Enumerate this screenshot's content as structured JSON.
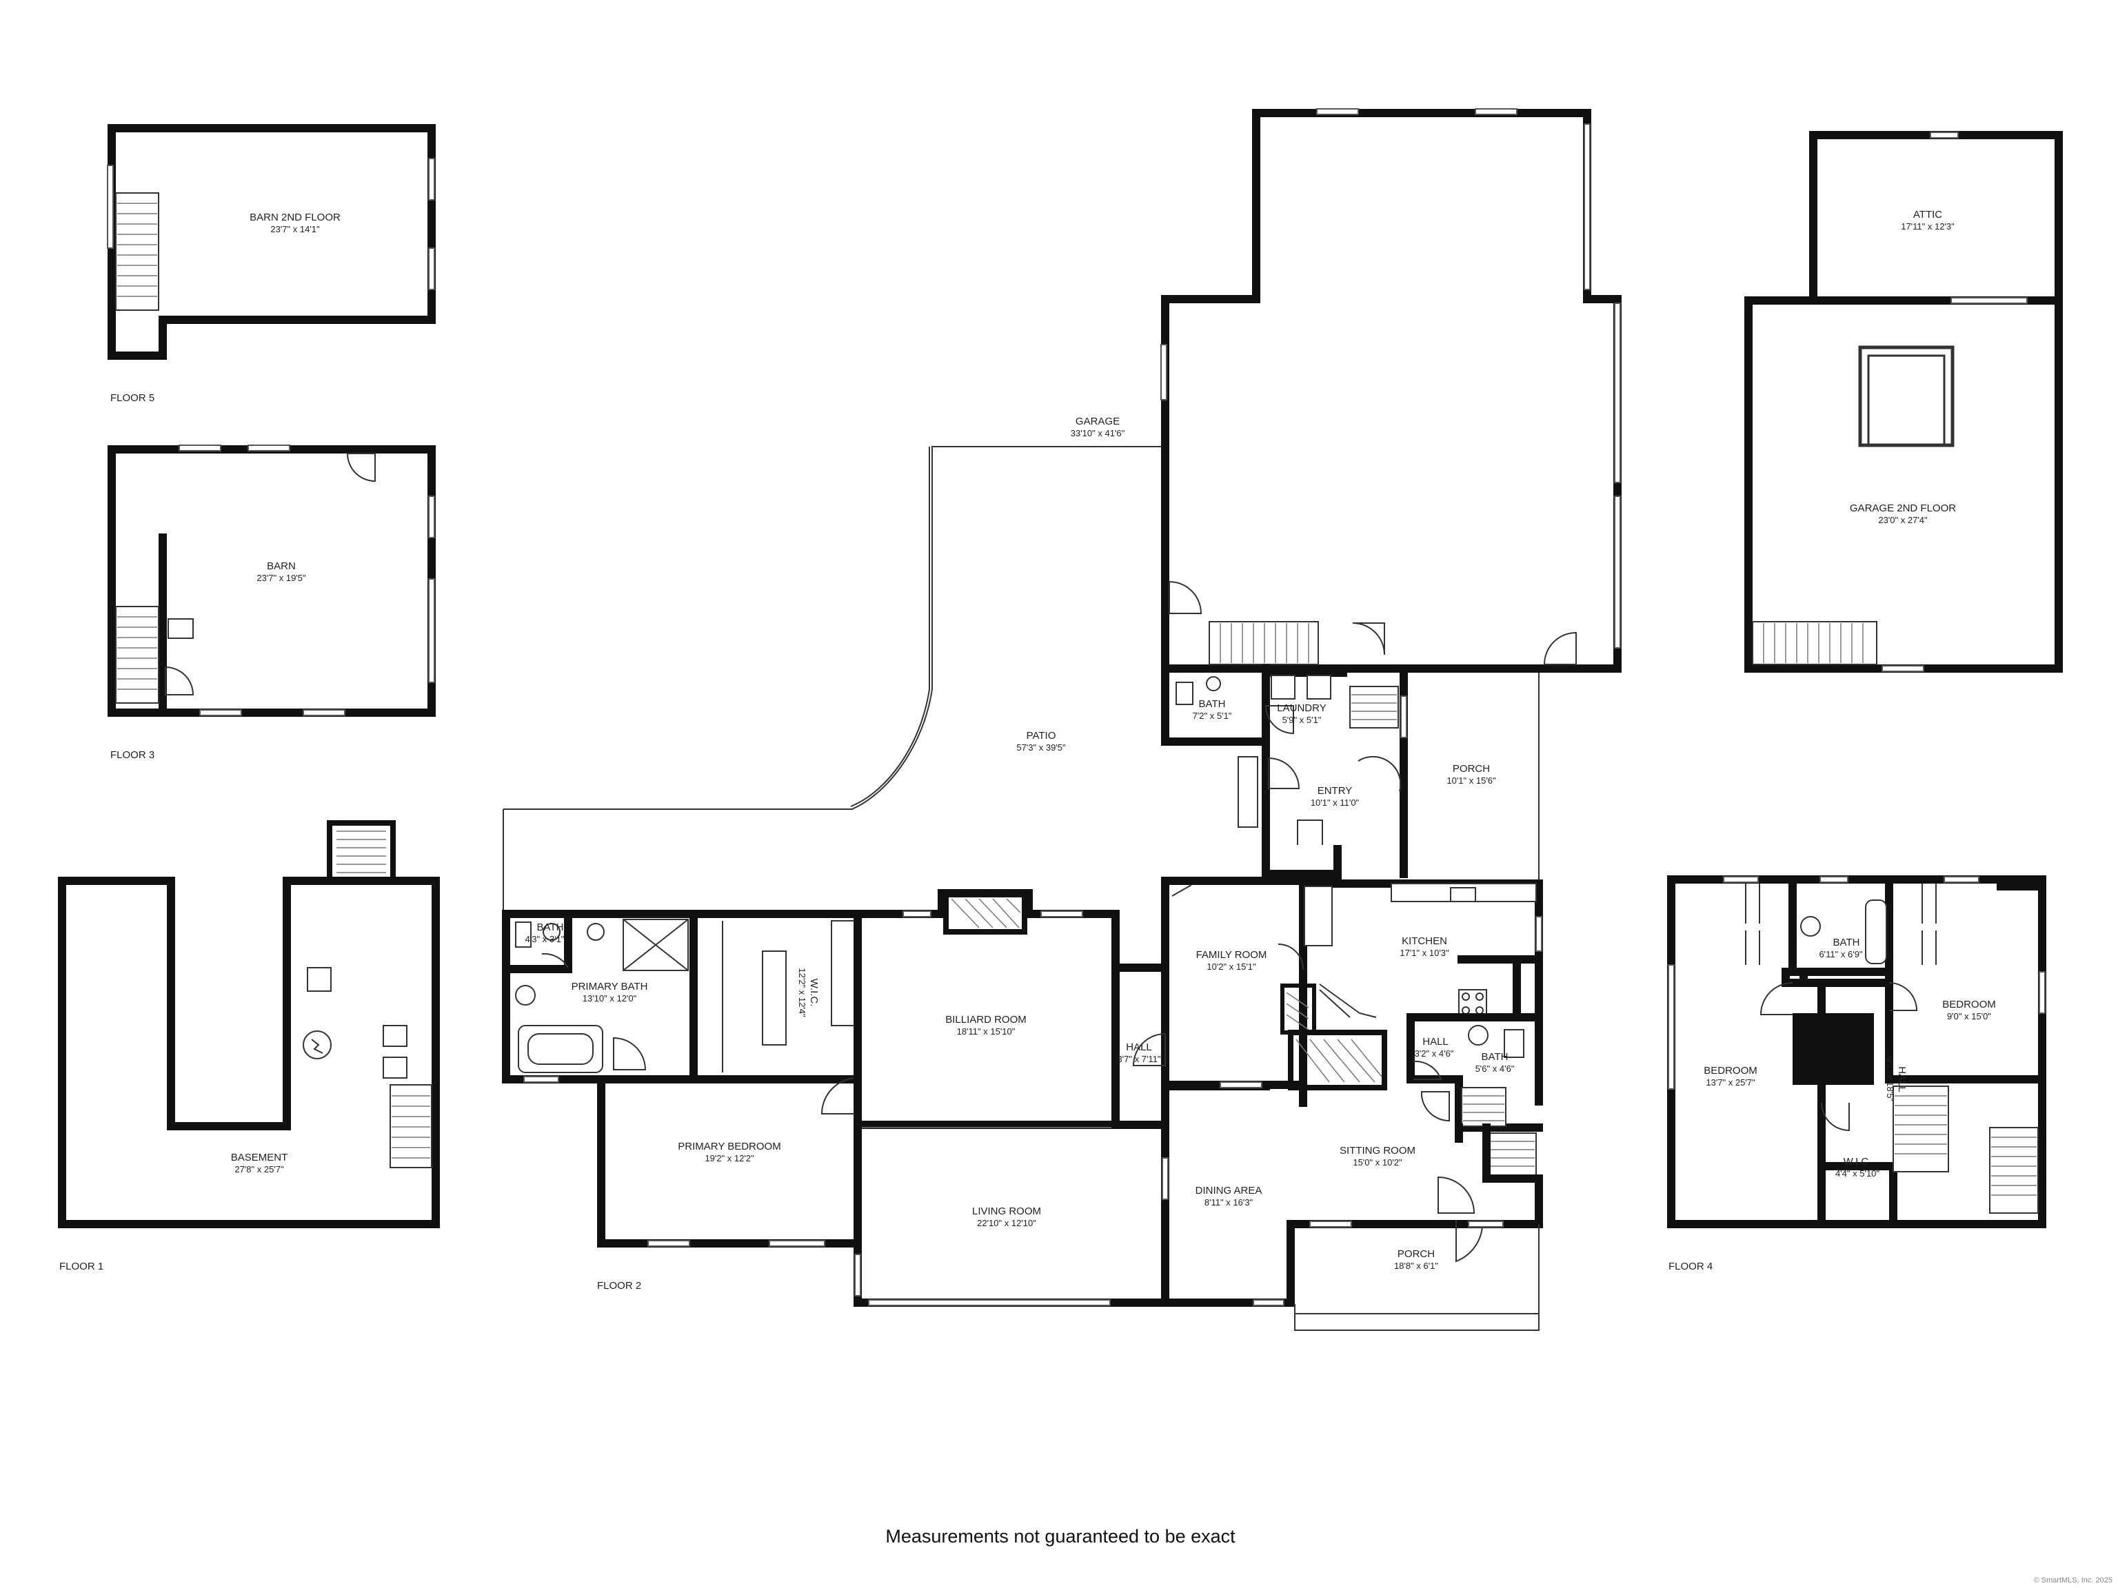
{
  "floors": {
    "floor1": "FLOOR 1",
    "floor2": "FLOOR 2",
    "floor3": "FLOOR 3",
    "floor4": "FLOOR 4",
    "floor5": "FLOOR 5"
  },
  "rooms": {
    "barn_2nd_floor": {
      "name": "BARN 2ND FLOOR",
      "dim": "23'7\" x 14'1\""
    },
    "barn": {
      "name": "BARN",
      "dim": "23'7\" x 19'5\""
    },
    "basement": {
      "name": "BASEMENT",
      "dim": "27'8\" x 25'7\""
    },
    "garage": {
      "name": "GARAGE",
      "dim": "33'10\" x 41'6\""
    },
    "attic": {
      "name": "ATTIC",
      "dim": "17'11\" x 12'3\""
    },
    "garage_2nd_floor": {
      "name": "GARAGE 2ND FLOOR",
      "dim": "23'0\" x 27'4\""
    },
    "patio": {
      "name": "PATIO",
      "dim": "57'3\" x 39'5\""
    },
    "bath_garage": {
      "name": "BATH",
      "dim": "7'2\" x 5'1\""
    },
    "laundry": {
      "name": "LAUNDRY",
      "dim": "5'9\" x 5'1\""
    },
    "porch_east": {
      "name": "PORCH",
      "dim": "10'1\" x 15'6\""
    },
    "entry": {
      "name": "ENTRY",
      "dim": "10'1\" x 11'0\""
    },
    "bath_small": {
      "name": "BATH",
      "dim": "4'3\" x 3'1\""
    },
    "primary_bath": {
      "name": "PRIMARY BATH",
      "dim": "13'10\" x 12'0\""
    },
    "wic_primary": {
      "name": "W.I.C.",
      "dim": "12'2\" x 12'4\""
    },
    "billiard_room": {
      "name": "BILLIARD ROOM",
      "dim": "18'11\" x 15'10\""
    },
    "family_room": {
      "name": "FAMILY ROOM",
      "dim": "10'2\" x 15'1\""
    },
    "kitchen": {
      "name": "KITCHEN",
      "dim": "17'1\" x 10'3\""
    },
    "hall_a": {
      "name": "HALL",
      "dim": "3'7\" x 7'11\""
    },
    "hall_b": {
      "name": "HALL",
      "dim": "3'2\" x 4'6\""
    },
    "bath_kitchen": {
      "name": "BATH",
      "dim": "5'6\" x 4'6\""
    },
    "primary_bedroom": {
      "name": "PRIMARY BEDROOM",
      "dim": "19'2\" x 12'2\""
    },
    "sitting_room": {
      "name": "SITTING ROOM",
      "dim": "15'0\" x 10'2\""
    },
    "dining_area": {
      "name": "DINING AREA",
      "dim": "8'11\" x 16'3\""
    },
    "living_room": {
      "name": "LIVING ROOM",
      "dim": "22'10\" x 12'10\""
    },
    "porch_south": {
      "name": "PORCH",
      "dim": "18'8\" x 6'1\""
    },
    "bath_floor4": {
      "name": "BATH",
      "dim": "6'11\" x 6'9\""
    },
    "bedroom_east": {
      "name": "BEDROOM",
      "dim": "9'0\" x 15'0\""
    },
    "bedroom_west": {
      "name": "BEDROOM",
      "dim": "13'7\" x 25'7\""
    },
    "hall_floor4": {
      "name": "HALL",
      "dim": "9'1\" x 18'5\""
    },
    "wic_floor4": {
      "name": "W.I.C.",
      "dim": "4'4\" x 5'10\""
    }
  },
  "disclaimer": "Measurements not guaranteed to be exact",
  "copyright": "© SmartMLS, Inc. 2025"
}
